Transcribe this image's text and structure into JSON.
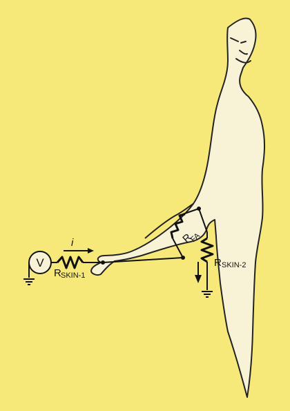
{
  "page": {
    "background": "#f6e97a",
    "body_fill": "#f8f2d6",
    "ink": "#111111"
  },
  "labels": {
    "source": "V",
    "current": "i",
    "r_skin1_main": "R",
    "r_skin1_sub": "SKIN-1",
    "r_forearm_main": "R",
    "r_forearm_sub": "FA",
    "r_skin2_main": "R",
    "r_skin2_sub": "SKIN-2"
  }
}
